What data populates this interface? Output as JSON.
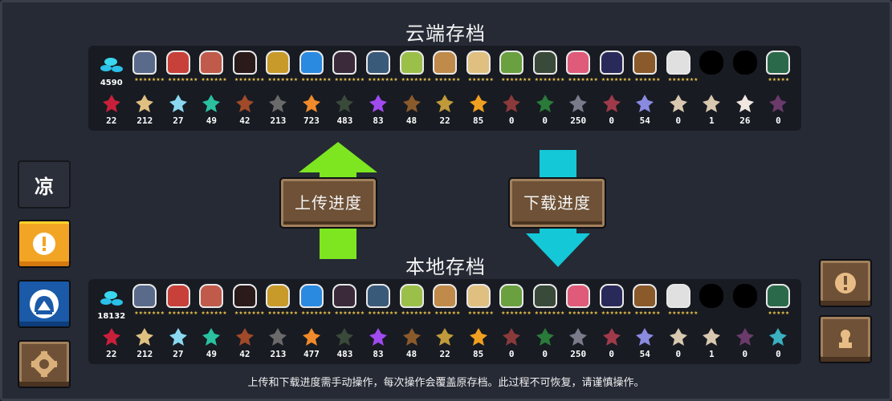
{
  "colors": {
    "background": "#262a35",
    "panel": "#181b22",
    "upload_arrow": "#7de621",
    "download_arrow": "#14c8d8",
    "button_brown": "#6e5136",
    "button_yellow": "#f2a524",
    "button_blue": "#1a5aa8",
    "star": "#e8c14a"
  },
  "cloud_save": {
    "title": "云端存档",
    "gems": "4590",
    "characters": [
      {
        "name": "knight",
        "stars": "★★★★★★★",
        "color": "#5a6a8a"
      },
      {
        "name": "rogue",
        "stars": "★★★★★★★",
        "color": "#c8403a"
      },
      {
        "name": "wizard",
        "stars": "★★★★★★",
        "color": "#c05a4a"
      },
      {
        "name": "assassin",
        "stars": "★★★★★★★",
        "color": "#2a1a1a"
      },
      {
        "name": "engineer",
        "stars": "★★★★★★★",
        "color": "#c89a2a"
      },
      {
        "name": "robot",
        "stars": "★★★★★★★",
        "color": "#2a8ae0"
      },
      {
        "name": "vampire",
        "stars": "★★★★★★★",
        "color": "#3a2a3a"
      },
      {
        "name": "paladin",
        "stars": "★★★★★★★",
        "color": "#3a5a7a"
      },
      {
        "name": "elf",
        "stars": "★★★★★★★",
        "color": "#9ac04a"
      },
      {
        "name": "werewolf",
        "stars": "★★★★★★",
        "color": "#c08a4a"
      },
      {
        "name": "priest",
        "stars": "★★★★★★",
        "color": "#e0c080"
      },
      {
        "name": "druid",
        "stars": "★★★★★★★",
        "color": "#6aa040"
      },
      {
        "name": "berserker",
        "stars": "★★★★★★★",
        "color": "#3a4a3a"
      },
      {
        "name": "necromancer",
        "stars": "★★★★★★★",
        "color": "#e05a7a"
      },
      {
        "name": "demonmaster",
        "stars": "★★★★★★★",
        "color": "#2a2a5a"
      },
      {
        "name": "officer",
        "stars": "★★★★★★",
        "color": "#8a5a2a"
      },
      {
        "name": "taoist",
        "stars": "★★★★★★★",
        "color": "#e0e0e0"
      },
      {
        "name": "locked-1",
        "stars": "",
        "color": "#000000"
      },
      {
        "name": "locked-2",
        "stars": "",
        "color": "#000000"
      },
      {
        "name": "chest",
        "stars": "★★★★★",
        "color": "#2a6a4a"
      }
    ],
    "items": [
      {
        "name": "red-crystal",
        "count": "22",
        "color": "#c8203a"
      },
      {
        "name": "wood-plank",
        "count": "212",
        "color": "#e0c080"
      },
      {
        "name": "ice-crystal",
        "count": "27",
        "color": "#8ad8f0"
      },
      {
        "name": "green-crystal",
        "count": "49",
        "color": "#2ac0a0"
      },
      {
        "name": "energy-chip",
        "count": "42",
        "color": "#a04a2a"
      },
      {
        "name": "gear",
        "count": "213",
        "color": "#6a6a6a"
      },
      {
        "name": "orange-ore",
        "count": "723",
        "color": "#f08a2a"
      },
      {
        "name": "battery",
        "count": "483",
        "color": "#3a4a3a"
      },
      {
        "name": "purple-crystal",
        "count": "83",
        "color": "#a04af0"
      },
      {
        "name": "leather-boot",
        "count": "48",
        "color": "#8a5a2a"
      },
      {
        "name": "rope",
        "count": "22",
        "color": "#c09a3a"
      },
      {
        "name": "fire-crystal",
        "count": "85",
        "color": "#f0a020"
      },
      {
        "name": "red-part",
        "count": "0",
        "color": "#8a3a3a"
      },
      {
        "name": "green-part",
        "count": "0",
        "color": "#2a7a3a"
      },
      {
        "name": "stone",
        "count": "250",
        "color": "#7a7a8a"
      },
      {
        "name": "red-module",
        "count": "0",
        "color": "#a03a4a"
      },
      {
        "name": "violet-shard",
        "count": "54",
        "color": "#8a8ae0"
      },
      {
        "name": "scroll-1",
        "count": "0",
        "color": "#d8c8b0"
      },
      {
        "name": "scroll-2",
        "count": "1",
        "color": "#d8c8b0"
      },
      {
        "name": "rice-bag",
        "count": "26",
        "color": "#f0e8e0"
      },
      {
        "name": "purple-card",
        "count": "0",
        "color": "#6a3a6a"
      }
    ]
  },
  "local_save": {
    "title": "本地存档",
    "gems": "18132",
    "characters": [
      {
        "name": "knight",
        "stars": "★★★★★★★",
        "color": "#5a6a8a"
      },
      {
        "name": "rogue",
        "stars": "★★★★★★★",
        "color": "#c8403a"
      },
      {
        "name": "wizard",
        "stars": "★★★★★★",
        "color": "#c05a4a"
      },
      {
        "name": "assassin",
        "stars": "★★★★★★★",
        "color": "#2a1a1a"
      },
      {
        "name": "engineer",
        "stars": "★★★★★★★",
        "color": "#c89a2a"
      },
      {
        "name": "robot",
        "stars": "★★★★★★★",
        "color": "#2a8ae0"
      },
      {
        "name": "vampire",
        "stars": "★★★★★★★",
        "color": "#3a2a3a"
      },
      {
        "name": "paladin",
        "stars": "★★★★★★★",
        "color": "#3a5a7a"
      },
      {
        "name": "elf",
        "stars": "★★★★★★★",
        "color": "#9ac04a"
      },
      {
        "name": "werewolf",
        "stars": "★★★★★★",
        "color": "#c08a4a"
      },
      {
        "name": "priest",
        "stars": "★★★★★★",
        "color": "#e0c080"
      },
      {
        "name": "druid",
        "stars": "★★★★★★★",
        "color": "#6aa040"
      },
      {
        "name": "berserker",
        "stars": "★★★★★★★",
        "color": "#3a4a3a"
      },
      {
        "name": "necromancer",
        "stars": "★★★★★★★",
        "color": "#e05a7a"
      },
      {
        "name": "demonmaster",
        "stars": "★★★★★★★",
        "color": "#2a2a5a"
      },
      {
        "name": "officer",
        "stars": "★★★★★★",
        "color": "#8a5a2a"
      },
      {
        "name": "taoist",
        "stars": "★★★★★★★",
        "color": "#e0e0e0"
      },
      {
        "name": "locked-1",
        "stars": "",
        "color": "#000000"
      },
      {
        "name": "locked-2",
        "stars": "",
        "color": "#000000"
      },
      {
        "name": "chest",
        "stars": "★★★★★",
        "color": "#2a6a4a"
      }
    ],
    "items": [
      {
        "name": "red-crystal",
        "count": "22",
        "color": "#c8203a"
      },
      {
        "name": "wood-plank",
        "count": "212",
        "color": "#e0c080"
      },
      {
        "name": "ice-crystal",
        "count": "27",
        "color": "#8ad8f0"
      },
      {
        "name": "green-crystal",
        "count": "49",
        "color": "#2ac0a0"
      },
      {
        "name": "energy-chip",
        "count": "42",
        "color": "#a04a2a"
      },
      {
        "name": "gear",
        "count": "213",
        "color": "#6a6a6a"
      },
      {
        "name": "orange-ore",
        "count": "477",
        "color": "#f08a2a"
      },
      {
        "name": "battery",
        "count": "483",
        "color": "#3a4a3a"
      },
      {
        "name": "purple-crystal",
        "count": "83",
        "color": "#a04af0"
      },
      {
        "name": "leather-boot",
        "count": "48",
        "color": "#8a5a2a"
      },
      {
        "name": "rope",
        "count": "22",
        "color": "#c09a3a"
      },
      {
        "name": "fire-crystal",
        "count": "85",
        "color": "#f0a020"
      },
      {
        "name": "red-part",
        "count": "0",
        "color": "#8a3a3a"
      },
      {
        "name": "green-part",
        "count": "0",
        "color": "#2a7a3a"
      },
      {
        "name": "stone",
        "count": "250",
        "color": "#7a7a8a"
      },
      {
        "name": "red-module",
        "count": "0",
        "color": "#a03a4a"
      },
      {
        "name": "violet-shard",
        "count": "54",
        "color": "#8a8ae0"
      },
      {
        "name": "scroll-1",
        "count": "0",
        "color": "#d8c8b0"
      },
      {
        "name": "scroll-2",
        "count": "1",
        "color": "#d8c8b0"
      },
      {
        "name": "purple-card",
        "count": "0",
        "color": "#6a3a6a"
      },
      {
        "name": "teal-module",
        "count": "0",
        "color": "#3ab0c0"
      }
    ]
  },
  "actions": {
    "upload_label": "上传进度",
    "download_label": "下载进度"
  },
  "sidebar": {
    "logo_text": "凉",
    "buttons": [
      {
        "name": "logo-button",
        "icon": "logo"
      },
      {
        "name": "notice-button",
        "icon": "exclamation-icon"
      },
      {
        "name": "community-button",
        "icon": "tent-icon"
      },
      {
        "name": "settings-button",
        "icon": "gear-icon"
      }
    ]
  },
  "right_buttons": [
    {
      "name": "alert-button",
      "icon": "exclamation-icon"
    },
    {
      "name": "profile-button",
      "icon": "person-icon"
    }
  ],
  "footer": {
    "note": "上传和下载进度需手动操作，每次操作会覆盖原存档。此过程不可恢复，请谨慎操作。"
  }
}
